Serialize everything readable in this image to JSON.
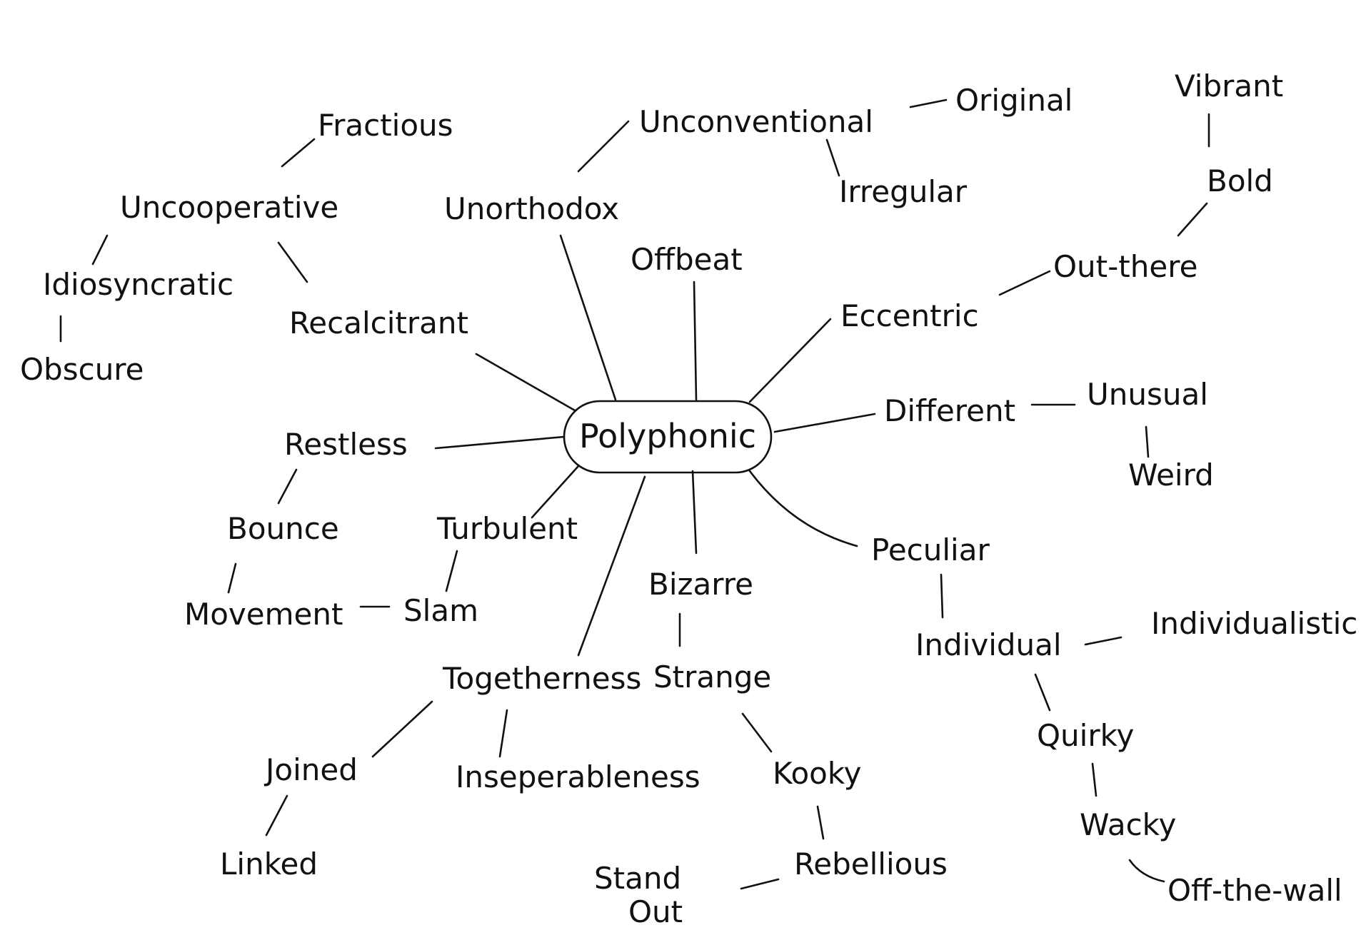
{
  "center": "Polyphonic",
  "words": {
    "fractious": "Fractious",
    "uncooperative": "Uncooperative",
    "idiosyncratic": "Idiosyncratic",
    "obscure": "Obscure",
    "recalcitrant": "Recalcitrant",
    "unorthodox": "Unorthodox",
    "unconventional": "Unconventional",
    "original": "Original",
    "irregular": "Irregular",
    "vibrant": "Vibrant",
    "bold": "Bold",
    "offbeat": "Offbeat",
    "out_there": "Out-there",
    "eccentric": "Eccentric",
    "different": "Different",
    "unusual": "Unusual",
    "weird": "Weird",
    "restless": "Restless",
    "bounce": "Bounce",
    "turbulent": "Turbulent",
    "movement": "Movement",
    "slam": "Slam",
    "bizarre": "Bizarre",
    "strange": "Strange",
    "togetherness": "Togetherness",
    "peculiar": "Peculiar",
    "individual": "Individual",
    "individualistic": "Individualistic",
    "quirky": "Quirky",
    "wacky": "Wacky",
    "off_the_wall": "Off-the-wall",
    "joined": "Joined",
    "linked": "Linked",
    "inseperableness": "Inseperableness",
    "kooky": "Kooky",
    "rebellious": "Rebellious",
    "stand": "Stand",
    "out": "Out"
  }
}
